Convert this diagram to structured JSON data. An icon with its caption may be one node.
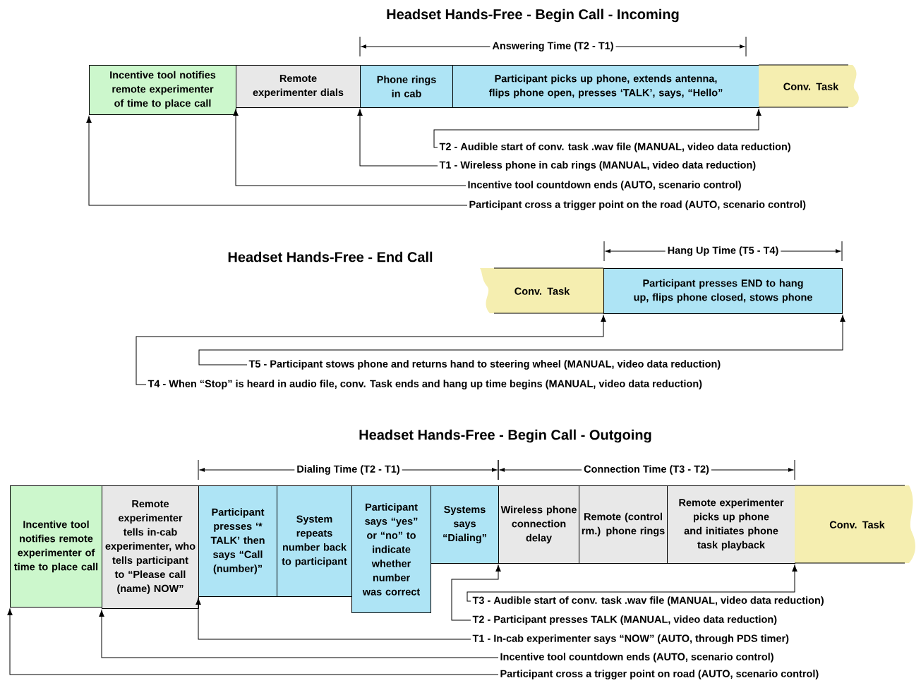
{
  "diagram": {
    "nodes": [
      {
        "text": [
          "Incentive tool notifies remote experimenter of time to place call"
        ]
      },
      {
        "text": [
          "Remote experimenter dials"
        ]
      },
      {
        "text": [
          "Phone rings in cab"
        ]
      },
      {
        "text": [
          "Participant picks up phone, extends antenna, flips phone open, presses ‘TALK’, says, “Hello”"
        ]
      },
      {
        "text": [
          "Conv. Task"
        ]
      },
      {
        "text": [
          "T2 - Audible start of conv. task .wav file (MANUAL, video data reduction)"
        ]
      },
      {
        "text": [
          "T1 - Wireless phone in cab rings (MANUAL, video data reduction)"
        ]
      },
      {
        "text": [
          "Incentive tool countdown ends (AUTO, scenario control)"
        ]
      },
      {
        "text": [
          "Participant cross a trigger point on the road (AUTO, scenario control)"
        ]
      },
      {
        "text": [
          "Conv. Task"
        ]
      },
      {
        "text": [
          "Participant presses END to hang up, flips phone closed, stows phone"
        ]
      },
      {
        "text": [
          "T5 - Participant stows phone and returns hand to steering wheel (MANUAL, video data reduction)"
        ]
      },
      {
        "text": [
          "T4 - When “Stop” is heard in audio file, conv. Task ends and hang up time begins (MANUAL, video data reduction)"
        ]
      },
      {
        "text": [
          "Incentive tool notifies remote experimenter of time to place call"
        ]
      },
      {
        "text": [
          "Remote experimenter tells in-cab experimenter, who tells participant to “Please call (name) NOW”"
        ]
      },
      {
        "text": [
          "Participant presses ‘* TALK’ then says “Call (number)”"
        ]
      },
      {
        "text": [
          "System repeats number back to participant"
        ]
      },
      {
        "text": [
          "Participant says “yes” or “no” to indicate whether number was correct"
        ]
      },
      {
        "text": [
          "Systems says “Dialing”"
        ]
      },
      {
        "text": [
          "Wireless phone connection delay"
        ]
      },
      {
        "text": [
          "Remote (control rm.) phone rings"
        ]
      },
      {
        "text": [
          "Remote experimenter picks up phone and initiates phone task playback"
        ]
      },
      {
        "text": [
          "Conv. Task"
        ]
      },
      {
        "text": [
          "T3 - Audible start of conv. task .wav file (MANUAL, video data reduction)"
        ]
      },
      {
        "text": [
          "T2 - Participant presses TALK (MANUAL, video data reduction)"
        ]
      },
      {
        "text": [
          "T1 - In-cab experimenter says “NOW” (AUTO, through PDS timer)"
        ]
      },
      {
        "text": [
          "Incentive tool countdown ends (AUTO, scenario control)"
        ]
      },
      {
        "text": [
          "Participant cross a trigger point on road (AUTO, scenario control)"
        ]
      }
    ],
    "edges": [
      {
        "from": 5,
        "to": 4,
        "arrow": "to"
      },
      {
        "from": 6,
        "to": 2,
        "arrow": "to"
      },
      {
        "from": 7,
        "to": 1,
        "arrow": "to"
      },
      {
        "from": 8,
        "to": 0,
        "arrow": "to"
      },
      {
        "from": 11,
        "to": 10,
        "arrow": "to"
      },
      {
        "from": 12,
        "to": 10,
        "arrow": "to"
      },
      {
        "from": 23,
        "to": 22,
        "arrow": "to"
      },
      {
        "from": 24,
        "to": 19,
        "arrow": "to"
      },
      {
        "from": 25,
        "to": 15,
        "arrow": "to"
      },
      {
        "from": 26,
        "to": 14,
        "arrow": "to"
      },
      {
        "from": 27,
        "to": 13,
        "arrow": "to"
      }
    ],
    "labels": [
      "Headset Hands-Free - Begin Call - Incoming",
      "Answering Time (T2 - T1)",
      "Headset Hands-Free - End Call",
      "Hang Up Time (T5 - T4)",
      "Headset Hands-Free - Begin Call - Outgoing",
      "Dialing Time (T2 - T1)",
      "Connection Time (T3 - T2)"
    ]
  }
}
